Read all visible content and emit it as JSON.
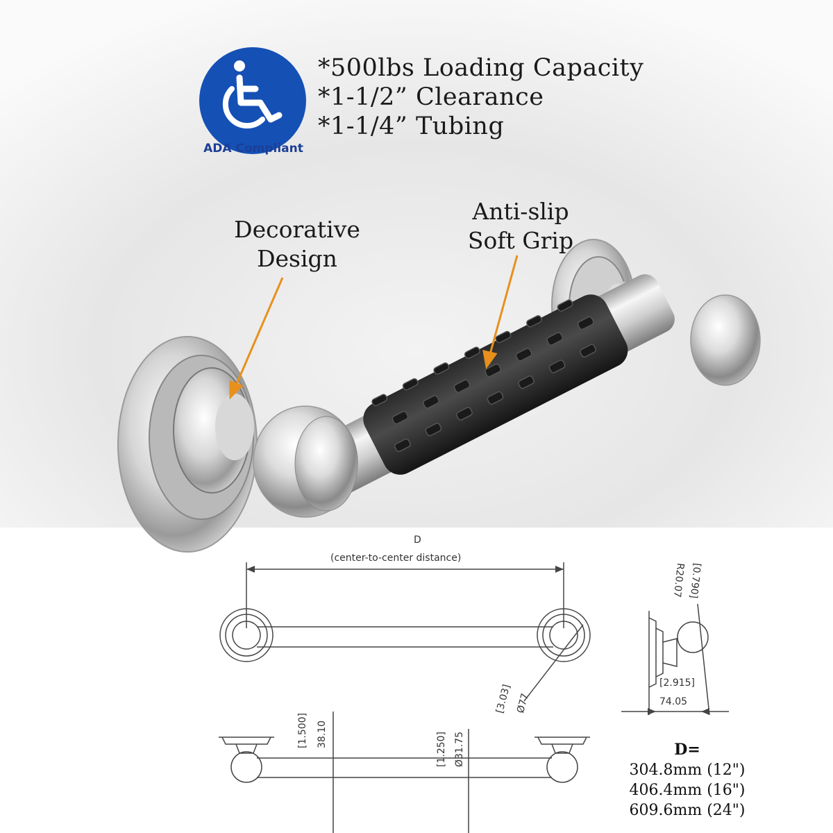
{
  "badge": {
    "label": "ADA Compliant",
    "color": "#1550b5",
    "icon": "wheelchair-icon"
  },
  "specs": [
    "*500lbs Loading Capacity",
    "*1-1/2” Clearance",
    "*1-1/4” Tubing"
  ],
  "callouts": {
    "decorative_line1": "Decorative",
    "decorative_line2": "Design",
    "grip_line1": "Anti-slip",
    "grip_line2": "Soft Grip",
    "arrow_color": "#e8901c"
  },
  "drawing": {
    "d_label": "D",
    "d_note": "(center-to-center distance)",
    "flange_in": "[3.03]",
    "flange_mm": "Ø77",
    "clearance_in": "[1.500]",
    "clearance_mm": "38.10",
    "tube_in": "[1.250]",
    "tube_mm": "Ø31.75",
    "ball_in": "[0.790]",
    "ball_mm": "R20.07",
    "depth_in": "[2.915]",
    "depth_mm": "74.05"
  },
  "sizes": {
    "heading": "D=",
    "items": [
      "304.8mm (12\")",
      "406.4mm (16\")",
      "609.6mm (24\")"
    ]
  }
}
